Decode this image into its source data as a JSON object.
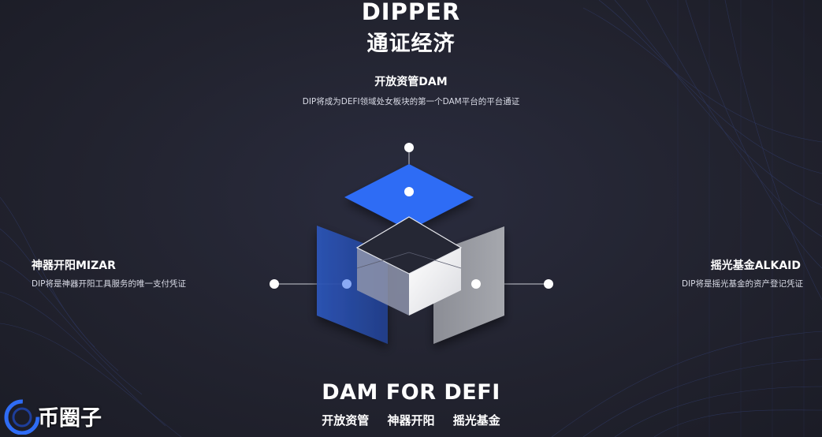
{
  "header": {
    "title_line1": "DIPPER",
    "title_line2": "通证经济"
  },
  "nodes": {
    "top": {
      "title": "开放资管DAM",
      "desc": "DIP将成为DEFI领域处女板块的第一个DAM平台的平台通证"
    },
    "left": {
      "title": "神器开阳MIZAR",
      "desc": "DIP将是神器开阳工具服务的唯一支付凭证"
    },
    "right": {
      "title": "摇光基金ALKAID",
      "desc": "DIP将是摇光基金的资产登记凭证"
    }
  },
  "footer": {
    "title": "DAM FOR DEFI",
    "tags": [
      "开放资管",
      "神器开阳",
      "摇光基金"
    ]
  },
  "watermark": {
    "text": "币圈子"
  },
  "colors": {
    "background": "#22232f",
    "blue_face": "#2f6cf5",
    "blue_panel": "#2a4fa8",
    "gray_panel": "#9a9ca3",
    "white_face": "#f2f3f5"
  }
}
